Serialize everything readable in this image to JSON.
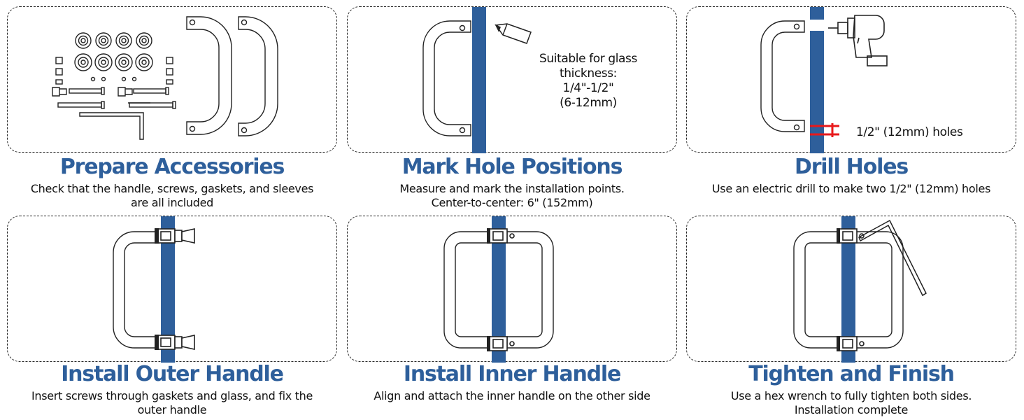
{
  "accent_color": "#2e5f9b",
  "glass_color": "#2e5f9b",
  "hole_marker_color": "#e8191b",
  "steps": [
    {
      "title": "Prepare Accessories",
      "desc": [
        "Check that the handle, screws, gaskets, and sleeves",
        "are all included"
      ]
    },
    {
      "title": "Mark Hole Positions",
      "desc": [
        "Measure and mark the installation points.",
        "Center-to-center: 6\" (152mm)"
      ],
      "note": [
        "Suitable for glass",
        "thickness:",
        "1/4\"-1/2\"",
        "(6-12mm)"
      ]
    },
    {
      "title": "Drill Holes",
      "desc": [
        "Use an electric drill to make two 1/2\" (12mm) holes"
      ],
      "hole_label": "1/2\" (12mm) holes"
    },
    {
      "title": "Install Outer Handle",
      "desc": [
        "Insert screws through gaskets and glass, and fix the",
        "outer handle"
      ]
    },
    {
      "title": "Install Inner Handle",
      "desc": [
        "Align and attach the inner handle on the other side"
      ]
    },
    {
      "title": "Tighten and Finish",
      "desc": [
        "Use a hex wrench to fully tighten both sides.",
        "Installation complete"
      ]
    }
  ],
  "icons": [
    "gasket-icon",
    "screw-icon",
    "sleeve-icon",
    "hex-wrench-icon",
    "pencil-icon",
    "electric-drill-icon",
    "handle-icon"
  ]
}
